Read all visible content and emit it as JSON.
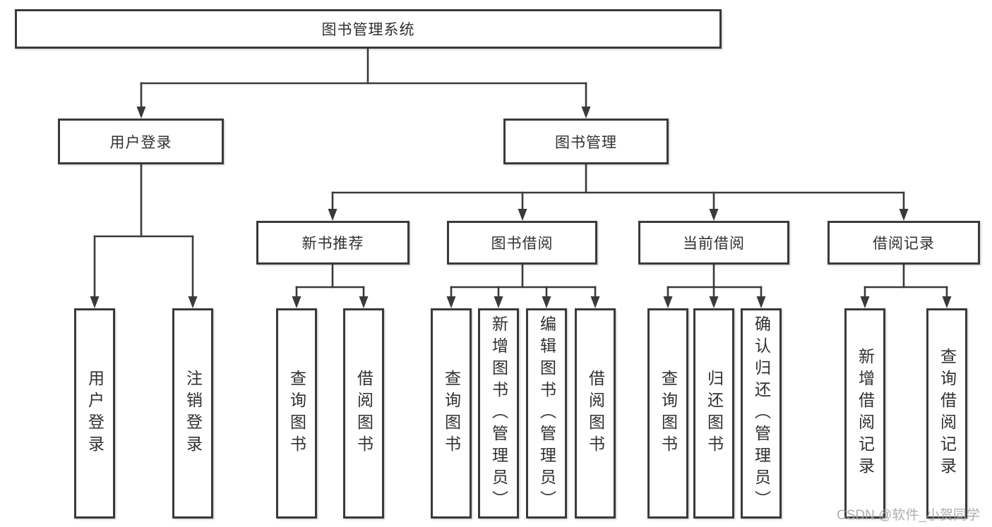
{
  "colors": {
    "line": "#3a3a3a",
    "box_border": "#3a3a3a",
    "box_background": "#ffffff",
    "text": "#303030",
    "watermark": "#a6a6a6"
  },
  "tree": {
    "root": {
      "label": "图书管理系统"
    },
    "level2": [
      {
        "label": "用户登录"
      },
      {
        "label": "图书管理"
      }
    ],
    "level3": [
      {
        "label": "新书推荐",
        "parent": "图书管理"
      },
      {
        "label": "图书借阅",
        "parent": "图书管理"
      },
      {
        "label": "当前借阅",
        "parent": "图书管理"
      },
      {
        "label": "借阅记录",
        "parent": "图书管理"
      }
    ],
    "leaves": [
      {
        "label": "用户登录",
        "parent": "用户登录"
      },
      {
        "label": "注销登录",
        "parent": "用户登录"
      },
      {
        "label": "查询图书",
        "parent": "新书推荐"
      },
      {
        "label": "借阅图书",
        "parent": "新书推荐"
      },
      {
        "label": "查询图书",
        "parent": "图书借阅"
      },
      {
        "label": "新增图书（管理员）",
        "parent": "图书借阅"
      },
      {
        "label": "编辑图书（管理员）",
        "parent": "图书借阅"
      },
      {
        "label": "借阅图书",
        "parent": "图书借阅"
      },
      {
        "label": "查询图书",
        "parent": "当前借阅"
      },
      {
        "label": "归还图书",
        "parent": "当前借阅"
      },
      {
        "label": "确认归还（管理员）",
        "parent": "当前借阅"
      },
      {
        "label": "新增借阅记录",
        "parent": "借阅记录"
      },
      {
        "label": "查询借阅记录",
        "parent": "借阅记录"
      }
    ]
  },
  "watermark": {
    "text": "CSDN @软件_小贺同学"
  }
}
